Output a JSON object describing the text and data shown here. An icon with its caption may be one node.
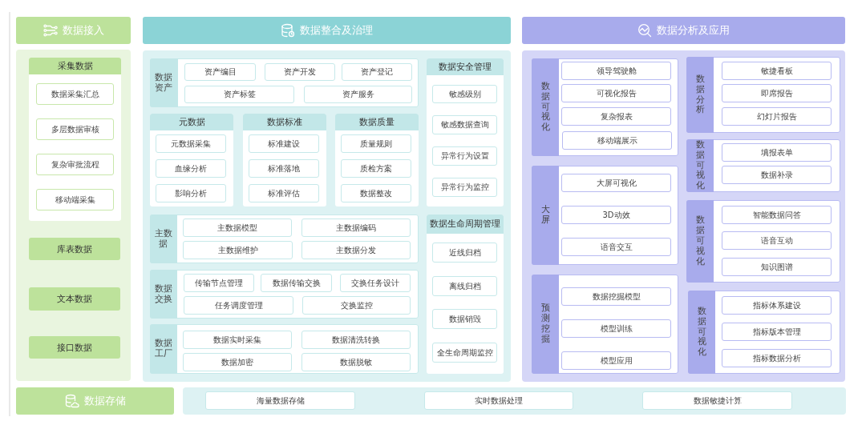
{
  "diagram": {
    "nodes": [
      {
        "text": [
          "数据接入"
        ]
      },
      {
        "text": [],
        "shape": "box"
      },
      {
        "text": [
          "采集数据"
        ],
        "in": 1
      },
      {
        "text": [
          "数据采集汇总"
        ],
        "in": 2
      },
      {
        "text": [
          "多层数据审核"
        ],
        "in": 2
      },
      {
        "text": [
          "复杂审批流程"
        ],
        "in": 2
      },
      {
        "text": [
          "移动端采集"
        ],
        "in": 2
      },
      {
        "text": [
          "库表数据"
        ],
        "in": 1
      },
      {
        "text": [
          "文本数据"
        ],
        "in": 1
      },
      {
        "text": [
          "接口数据"
        ],
        "in": 1
      },
      {
        "text": [
          "数据整合及治理"
        ]
      },
      {
        "text": [],
        "shape": "box"
      },
      {
        "text": [
          "数据资产"
        ],
        "in": 11
      },
      {
        "text": [
          "资产编目"
        ],
        "in": 12
      },
      {
        "text": [
          "资产开发"
        ],
        "in": 12
      },
      {
        "text": [
          "资产登记"
        ],
        "in": 12
      },
      {
        "text": [
          "资产标签"
        ],
        "in": 12
      },
      {
        "text": [
          "资产服务"
        ],
        "in": 12
      },
      {
        "text": [
          "元数据"
        ],
        "in": 11
      },
      {
        "text": [
          "元数据采集"
        ],
        "in": 18
      },
      {
        "text": [
          "血缘分析"
        ],
        "in": 18
      },
      {
        "text": [
          "影响分析"
        ],
        "in": 18
      },
      {
        "text": [
          "数据标准"
        ],
        "in": 11
      },
      {
        "text": [
          "标准建设"
        ],
        "in": 22
      },
      {
        "text": [
          "标准落地"
        ],
        "in": 22
      },
      {
        "text": [
          "标准评估"
        ],
        "in": 22
      },
      {
        "text": [
          "数据质量"
        ],
        "in": 11
      },
      {
        "text": [
          "质量规则"
        ],
        "in": 26
      },
      {
        "text": [
          "质检方案"
        ],
        "in": 26
      },
      {
        "text": [
          "数据整改"
        ],
        "in": 26
      },
      {
        "text": [
          "主数据"
        ],
        "in": 11
      },
      {
        "text": [
          "主数据模型"
        ],
        "in": 30
      },
      {
        "text": [
          "主数据编码"
        ],
        "in": 30
      },
      {
        "text": [
          "主数据维护"
        ],
        "in": 30
      },
      {
        "text": [
          "主数据分发"
        ],
        "in": 30
      },
      {
        "text": [
          "数据交换"
        ],
        "in": 11
      },
      {
        "text": [
          "传输节点管理"
        ],
        "in": 35
      },
      {
        "text": [
          "数据传输交换"
        ],
        "in": 35
      },
      {
        "text": [
          "交换任务设计"
        ],
        "in": 35
      },
      {
        "text": [
          "任务调度管理"
        ],
        "in": 35
      },
      {
        "text": [
          "交换监控"
        ],
        "in": 35
      },
      {
        "text": [
          "数据工厂"
        ],
        "in": 11
      },
      {
        "text": [
          "数据实时采集"
        ],
        "in": 41
      },
      {
        "text": [
          "数据清洗转换"
        ],
        "in": 41
      },
      {
        "text": [
          "数据加密"
        ],
        "in": 41
      },
      {
        "text": [
          "数据脱敏"
        ],
        "in": 41
      },
      {
        "text": [
          "数据安全管理"
        ],
        "in": 11
      },
      {
        "text": [
          "敏感级别"
        ],
        "in": 46
      },
      {
        "text": [
          "敏感数据查询"
        ],
        "in": 46
      },
      {
        "text": [
          "异常行为设置"
        ],
        "in": 46
      },
      {
        "text": [
          "异常行为监控"
        ],
        "in": 46
      },
      {
        "text": [
          "数据生命周期管理"
        ],
        "in": 11
      },
      {
        "text": [
          "近线归档"
        ],
        "in": 51
      },
      {
        "text": [
          "离线归档"
        ],
        "in": 51
      },
      {
        "text": [
          "数据销毁"
        ],
        "in": 51
      },
      {
        "text": [
          "全生命周期监控"
        ],
        "in": 51
      },
      {
        "text": [
          "数据分析及应用"
        ]
      },
      {
        "text": [],
        "shape": "box"
      },
      {
        "text": [
          "数据可视化"
        ],
        "in": 57
      },
      {
        "text": [
          "领导驾驶舱"
        ],
        "in": 58
      },
      {
        "text": [
          "可视化报告"
        ],
        "in": 58
      },
      {
        "text": [
          "复杂报表"
        ],
        "in": 58
      },
      {
        "text": [
          "移动端展示"
        ],
        "in": 58
      },
      {
        "text": [
          "大屏"
        ],
        "in": 57
      },
      {
        "text": [
          "大屏可视化"
        ],
        "in": 63
      },
      {
        "text": [
          "3D动效"
        ],
        "in": 63
      },
      {
        "text": [
          "语音交互"
        ],
        "in": 63
      },
      {
        "text": [
          "预测挖掘"
        ],
        "in": 57
      },
      {
        "text": [
          "数据挖掘模型"
        ],
        "in": 67
      },
      {
        "text": [
          "模型训练"
        ],
        "in": 67
      },
      {
        "text": [
          "模型应用"
        ],
        "in": 67
      },
      {
        "text": [
          "数据分析"
        ],
        "in": 57
      },
      {
        "text": [
          "敏捷看板"
        ],
        "in": 71
      },
      {
        "text": [
          "即席报告"
        ],
        "in": 71
      },
      {
        "text": [
          "幻灯片报告"
        ],
        "in": 71
      },
      {
        "text": [
          "数据可视化"
        ],
        "in": 57
      },
      {
        "text": [
          "填报表单"
        ],
        "in": 75
      },
      {
        "text": [
          "数据补录"
        ],
        "in": 75
      },
      {
        "text": [
          "数据可视化"
        ],
        "in": 57
      },
      {
        "text": [
          "智能数据问答"
        ],
        "in": 78
      },
      {
        "text": [
          "语音互动"
        ],
        "in": 78
      },
      {
        "text": [
          "知识图谱"
        ],
        "in": 78
      },
      {
        "text": [
          "数据可视化"
        ],
        "in": 57
      },
      {
        "text": [
          "指标体系建设"
        ],
        "in": 82
      },
      {
        "text": [
          "指标版本管理"
        ],
        "in": 82
      },
      {
        "text": [
          "指标数据分析"
        ],
        "in": 82
      },
      {
        "text": [
          "数据存储"
        ]
      },
      {
        "text": [],
        "shape": "box"
      },
      {
        "text": [
          "海量数据存储"
        ],
        "in": 87
      },
      {
        "text": [
          "实时数据处理"
        ],
        "in": 87
      },
      {
        "text": [
          "数据敏捷计算"
        ],
        "in": 87
      }
    ]
  }
}
